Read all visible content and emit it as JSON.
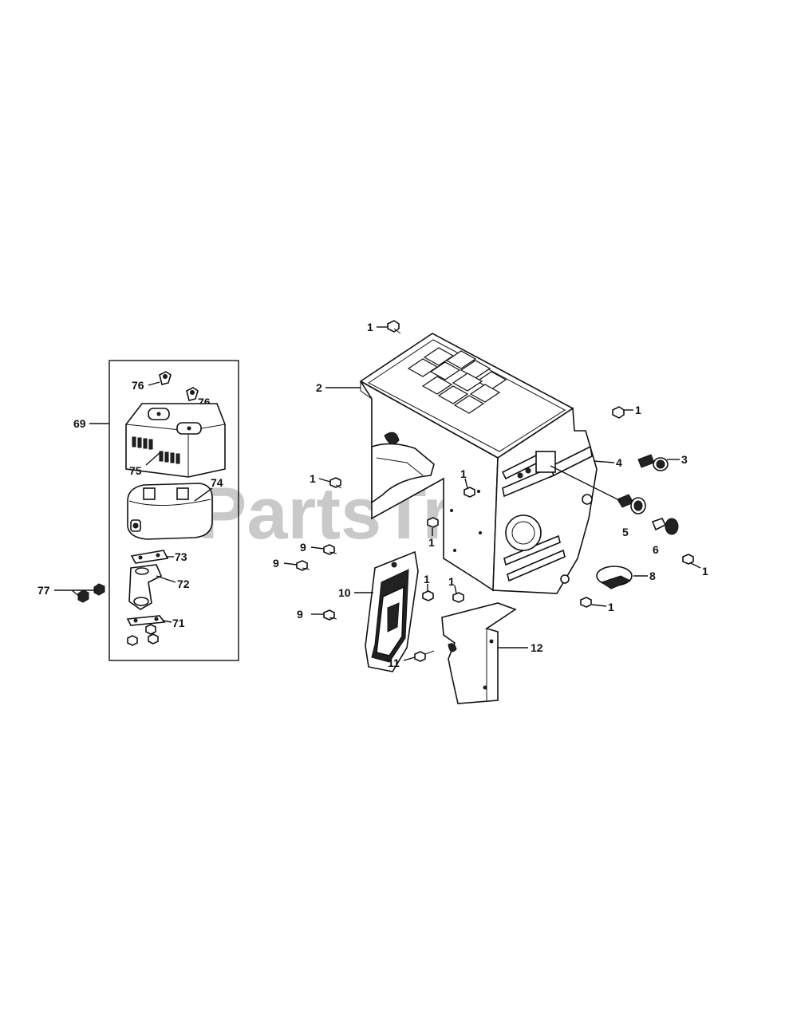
{
  "watermark": "PartsTree",
  "callouts": {
    "c69": "69",
    "c76a": "76",
    "c76b": "76",
    "c75": "75",
    "c74": "74",
    "c73": "73",
    "c72": "72",
    "c71": "71",
    "c77": "77",
    "c1_top": "1",
    "c2": "2",
    "c1_right": "1",
    "c3": "3",
    "c4": "4",
    "c5": "5",
    "c6": "6",
    "c1_far_right": "1",
    "c8": "8",
    "c1_bottom_right": "1",
    "c1_left": "1",
    "c1_mid": "1",
    "c1_center": "1",
    "c9_a": "9",
    "c9_b": "9",
    "c9_c": "9",
    "c10": "10",
    "c1_low_a": "1",
    "c1_low_b": "1",
    "c11": "11",
    "c12": "12"
  }
}
